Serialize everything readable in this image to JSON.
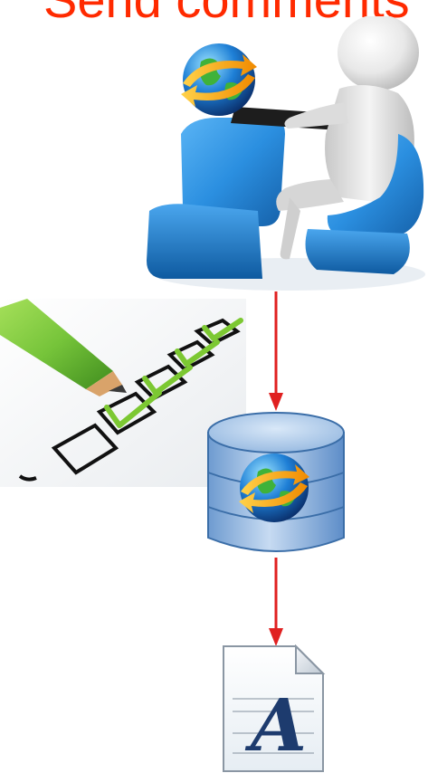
{
  "title": "Send comments",
  "colors": {
    "title": "#ff2a00",
    "arrow": "#e02020",
    "chair_blue": "#2b8fe0",
    "database_blue": "#8fb4de",
    "checkmark_green": "#7cc832",
    "pencil_green": "#76c43a"
  },
  "icons": {
    "user_at_computer": "person-at-computer-icon",
    "globe": "globe-sync-icon",
    "checklist": "checklist-pencil-icon",
    "database": "database-globe-icon",
    "font_file": "font-file-icon"
  },
  "font_file": {
    "letter": "A"
  },
  "flow": [
    {
      "from": "user_at_computer",
      "to": "database"
    },
    {
      "from": "database",
      "to": "font_file"
    }
  ]
}
